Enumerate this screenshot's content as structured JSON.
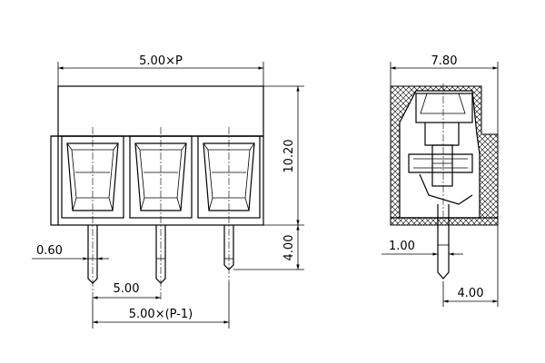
{
  "dimensions": {
    "overall_width": "5.00×P",
    "height": "10.20",
    "pin_length": "4.00",
    "pin_width": "0.60",
    "pitch": "5.00",
    "pitch_total": "5.00×(P-1)",
    "side_width": "7.80",
    "side_pin_width": "1.00",
    "side_pin_offset": "4.00"
  },
  "colors": {
    "line": "#000000",
    "background": "#ffffff"
  }
}
